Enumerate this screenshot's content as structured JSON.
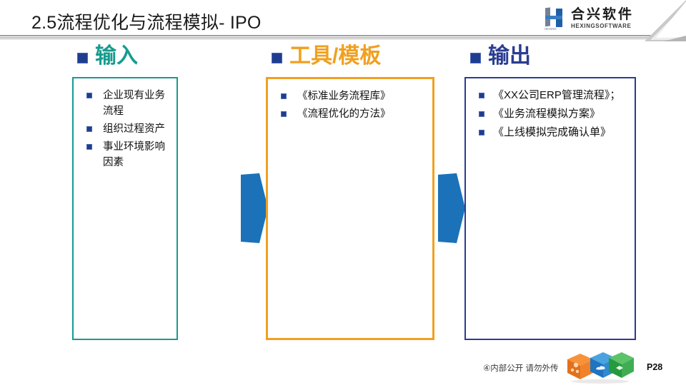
{
  "slide": {
    "title": "2.5流程优化与流程模拟- IPO",
    "page_number": "P28",
    "confidential_note": "④内部公开 请勿外传"
  },
  "logo": {
    "name_cn": "合兴软件",
    "name_en": "HEXINGSOFTWARE",
    "mark_letter": "H"
  },
  "colors": {
    "input_accent": "#169b8e",
    "tools_accent": "#f0a020",
    "output_accent": "#2a3c91",
    "bullet_square": "#1f3d8f",
    "arrow_blue": "#1b72b8",
    "title_text": "#1a1a1a"
  },
  "columns": [
    {
      "id": "input",
      "heading": "输入",
      "heading_color": "#169b8e",
      "border_color": "#169b8e",
      "items": [
        "企业现有业务流程",
        "组织过程资产",
        "事业环境影响因素"
      ]
    },
    {
      "id": "tools",
      "heading": "工具/模板",
      "heading_color": "#f0a020",
      "border_color": "#f0a020",
      "items": [
        "《标准业务流程库》",
        "《流程优化的方法》"
      ]
    },
    {
      "id": "output",
      "heading": "输出",
      "heading_color": "#2a3c91",
      "border_color": "#2a3c91",
      "items": [
        "《XX公司ERP管理流程》；",
        "《业务流程模拟方案》",
        "《上线模拟完成确认单》"
      ]
    }
  ],
  "arrows": [
    {
      "id": "input-to-tools",
      "direction": "right"
    },
    {
      "id": "tools-to-output",
      "direction": "right"
    }
  ],
  "icons": {
    "cube_orange": "gears-cube-icon",
    "cube_blue": "cloud-cube-icon",
    "cube_green": "diamond-cube-icon"
  }
}
